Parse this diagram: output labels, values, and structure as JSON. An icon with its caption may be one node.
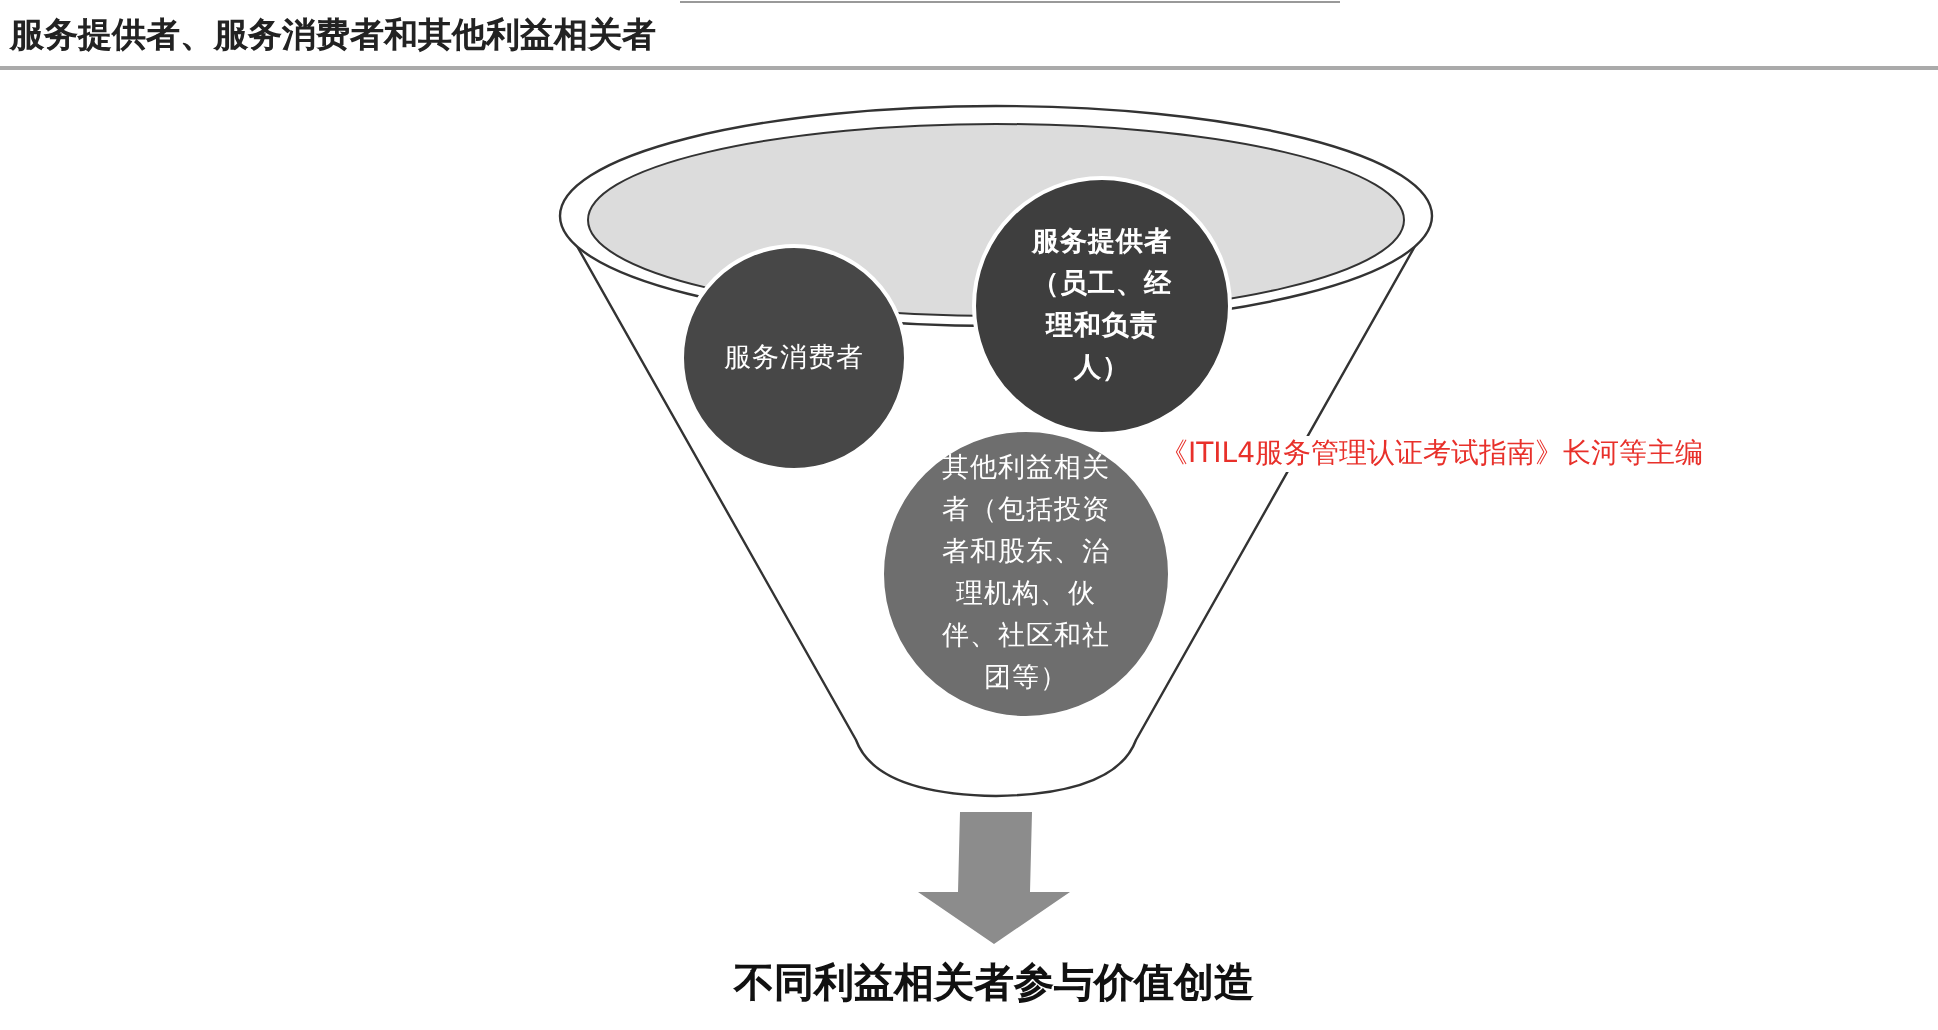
{
  "diagram": {
    "title": "服务提供者、服务消费者和其他利益相关者",
    "nodes": [
      {
        "text": [],
        "shape": "funnel"
      },
      {
        "text": [
          "服务消费者"
        ],
        "in": 0
      },
      {
        "text": [
          "服务提供者（员工、经理和负责人）"
        ],
        "in": 0
      },
      {
        "text": [
          "其他利益相关者（包括投资者和股东、治理机构、伙伴、社区和社团等）"
        ],
        "in": 0
      },
      {
        "text": [
          "不同利益相关者参与价值创造"
        ]
      }
    ],
    "edges": [
      {
        "from": 0,
        "to": 4,
        "arrow": "to",
        "style": "thick",
        "color": "#8c8c8c"
      }
    ],
    "labels": [
      "《ITIL4服务管理认证考试指南》长河等主编"
    ]
  }
}
